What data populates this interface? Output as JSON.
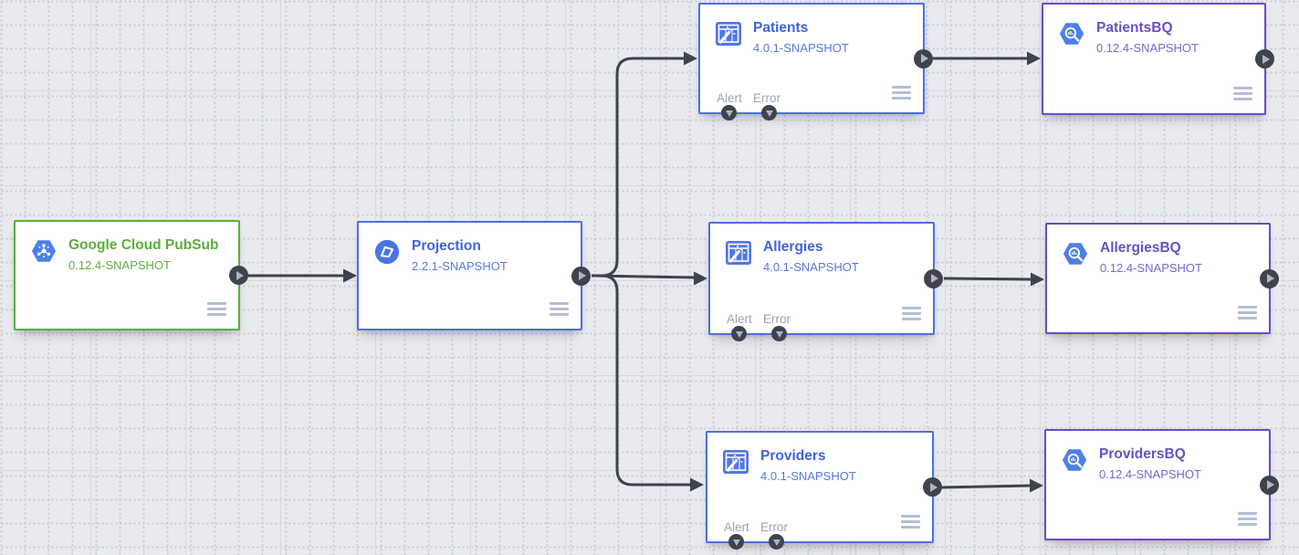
{
  "colors": {
    "canvas_bg": "#e9eaed",
    "grid_dash": "#c9cbd4",
    "grid_solid": "#d8d9e0",
    "connection": "#3e434d",
    "port_fill": "#3e434d",
    "port_glyph": "#b0b5c5",
    "menu_icon": "#b6bdd3",
    "green": "#5cae3c",
    "blue": "#4565e0",
    "purple": "#6a4ec6",
    "node_bg": "#ffffff",
    "bottom_port_label": "#9da3b0",
    "icon_blue": "#4e80ea"
  },
  "nodes": [
    {
      "id": "google-cloud-pubsub",
      "title": "Google Cloud PubSub",
      "version": "0.12.4-SNAPSHOT",
      "icon": "pubsub-icon",
      "accent": "green"
    },
    {
      "id": "projection",
      "title": "Projection",
      "version": "2.2.1-SNAPSHOT",
      "icon": "projection-icon",
      "accent": "blue"
    },
    {
      "id": "patients",
      "title": "Patients",
      "version": "4.0.1-SNAPSHOT",
      "icon": "wrangler-icon",
      "accent": "blue",
      "alert_label": "Alert",
      "error_label": "Error"
    },
    {
      "id": "patientsbq",
      "title": "PatientsBQ",
      "version": "0.12.4-SNAPSHOT",
      "icon": "bigquery-icon",
      "accent": "purple"
    },
    {
      "id": "allergies",
      "title": "Allergies",
      "version": "4.0.1-SNAPSHOT",
      "icon": "wrangler-icon",
      "accent": "blue",
      "alert_label": "Alert",
      "error_label": "Error"
    },
    {
      "id": "allergiesbq",
      "title": "AllergiesBQ",
      "version": "0.12.4-SNAPSHOT",
      "icon": "bigquery-icon",
      "accent": "purple"
    },
    {
      "id": "providers",
      "title": "Providers",
      "version": "4.0.1-SNAPSHOT",
      "icon": "wrangler-icon",
      "accent": "blue",
      "alert_label": "Alert",
      "error_label": "Error"
    },
    {
      "id": "providersbq",
      "title": "ProvidersBQ",
      "version": "0.12.4-SNAPSHOT",
      "icon": "bigquery-icon",
      "accent": "purple"
    }
  ],
  "connections": [
    {
      "from": "google-cloud-pubsub",
      "to": "projection"
    },
    {
      "from": "projection",
      "to": "patients"
    },
    {
      "from": "projection",
      "to": "allergies"
    },
    {
      "from": "projection",
      "to": "providers"
    },
    {
      "from": "patients",
      "to": "patientsbq"
    },
    {
      "from": "allergies",
      "to": "allergiesbq"
    },
    {
      "from": "providers",
      "to": "providersbq"
    }
  ]
}
